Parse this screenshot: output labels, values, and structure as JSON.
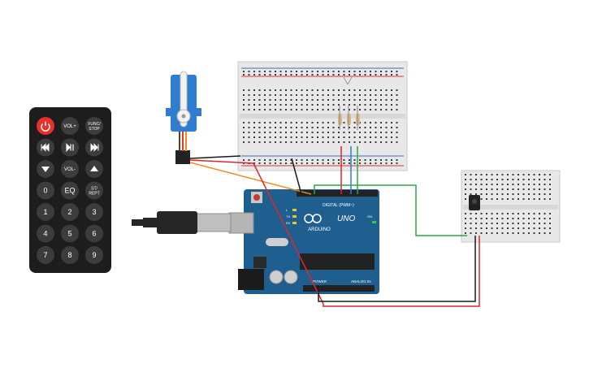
{
  "remote": {
    "buttons": [
      {
        "id": "power",
        "label": "",
        "kind": "power"
      },
      {
        "id": "vol-plus",
        "label": "VOL+",
        "kind": "text"
      },
      {
        "id": "func-stop",
        "label": "FUNC/\nSTOP",
        "kind": "text"
      },
      {
        "id": "prev",
        "label": "",
        "kind": "prev"
      },
      {
        "id": "play-pause",
        "label": "",
        "kind": "playpause"
      },
      {
        "id": "next",
        "label": "",
        "kind": "next"
      },
      {
        "id": "down",
        "label": "",
        "kind": "down"
      },
      {
        "id": "vol-minus",
        "label": "VOL-",
        "kind": "text"
      },
      {
        "id": "up",
        "label": "",
        "kind": "up"
      },
      {
        "id": "zero",
        "label": "0",
        "kind": "text"
      },
      {
        "id": "eq",
        "label": "EQ",
        "kind": "text"
      },
      {
        "id": "st-rept",
        "label": "ST/\nREPT",
        "kind": "text"
      },
      {
        "id": "one",
        "label": "1",
        "kind": "text"
      },
      {
        "id": "two",
        "label": "2",
        "kind": "text"
      },
      {
        "id": "three",
        "label": "3",
        "kind": "text"
      },
      {
        "id": "four",
        "label": "4",
        "kind": "text"
      },
      {
        "id": "five",
        "label": "5",
        "kind": "text"
      },
      {
        "id": "six",
        "label": "6",
        "kind": "text"
      },
      {
        "id": "seven",
        "label": "7",
        "kind": "text"
      },
      {
        "id": "eight",
        "label": "8",
        "kind": "text"
      },
      {
        "id": "nine",
        "label": "9",
        "kind": "text"
      }
    ]
  },
  "arduino": {
    "brand": "ARDUINO",
    "model": "UNO",
    "digital_label": "DIGITAL (PWM~)",
    "power_label": "POWER",
    "analog_label": "ANALOG IN",
    "tx_label": "TX",
    "rx_label": "RX",
    "l_label": "L",
    "on_label": "ON",
    "board_color": "#1f5f8f"
  },
  "wire_colors": {
    "red": "#e0262b",
    "black": "#1a1a1a",
    "orange": "#f08a1c",
    "green": "#2aa845",
    "blue": "#2b7fd4",
    "dark_red": "#a8191d"
  },
  "components": {
    "servo_color": "#2f7dd1",
    "resistor_color": "#d9b98a"
  }
}
